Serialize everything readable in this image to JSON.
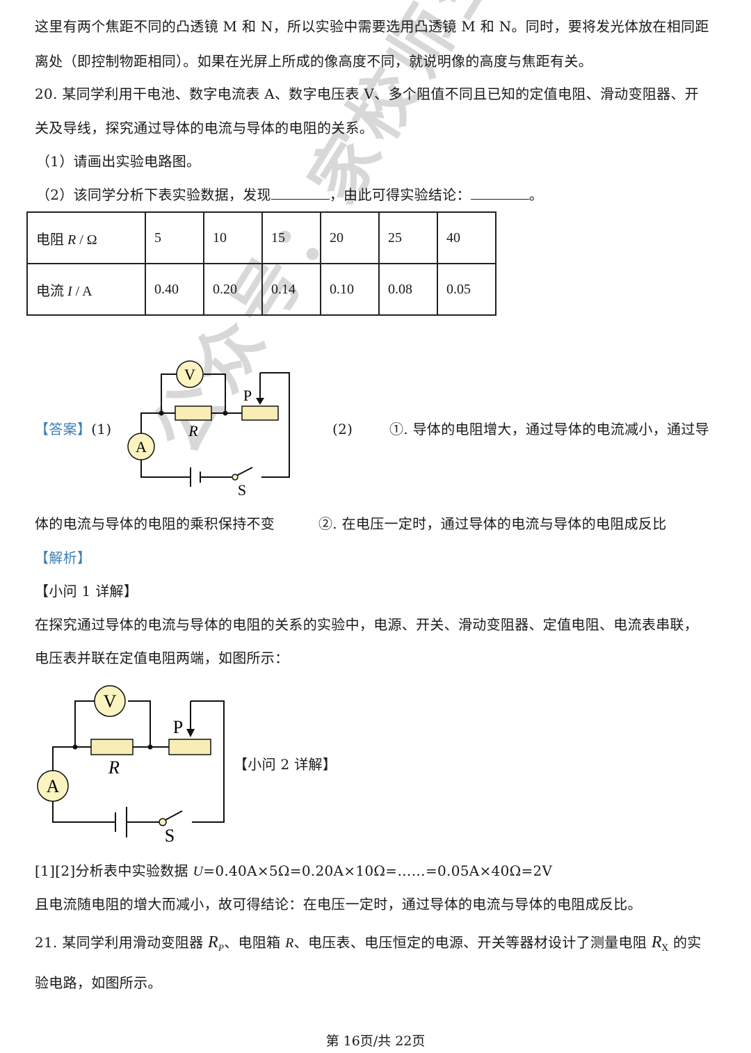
{
  "document": {
    "intro": {
      "line1": "这里有两个焦距不同的凸透镜 M 和 N，所以实验中需要选用凸透镜 M 和 N。同时，要将发光体放在相同距",
      "line2": "离处（即控制物距相同）。如果在光屏上所成的像高度不同，就说明像的高度与焦距有关。"
    },
    "q20": {
      "line1": "20. 某同学利用干电池、数字电流表 A、数字电压表 V、多个阻值不同且已知的定值电阻、滑动变阻器、开",
      "line2": "关及导线，探究通过导体的电流与导体的电阻的关系。",
      "sub1": "（1）请画出实验电路图。",
      "sub2_pre": "（2）该同学分析下表实验数据，发现",
      "sub2_mid": "，由此可得实验结论：",
      "sub2_end": "。"
    },
    "table": {
      "row1_label_cn": "电阻 ",
      "row1_label_sym": "R",
      "row1_label_unit": " / Ω",
      "row2_label_cn": "电流 ",
      "row2_label_sym": "I",
      "row2_label_unit": " / A",
      "resistance": [
        "5",
        "10",
        "15",
        "20",
        "25",
        "40"
      ],
      "current": [
        "0.40",
        "0.20",
        "0.14",
        "0.10",
        "0.08",
        "0.05"
      ]
    },
    "answer": {
      "tag": "【答案】",
      "part1": "(1)",
      "part2": "(2)",
      "ans1_a": "①. 导体的电阻增大，通过导体的电流减小，通过导",
      "ans1_b": "体的电流与导体的电阻的乘积保持不变",
      "ans2": "②. 在电压一定时，通过导体的电流与导体的电阻成反比"
    },
    "analysis": {
      "tag": "【解析】",
      "sub1_title": "【小问 1 详解】",
      "sub1_line1": "在探究通过导体的电流与导体的电阻的关系的实验中，电源、开关、滑动变阻器、定值电阻、电流表串联，",
      "sub1_line2": "电压表并联在定值电阻两端，如图所示：",
      "sub2_title": "【小问 2 详解】",
      "sub2_line1_pre": "[1][2]分析表中实验数据 ",
      "sub2_line1_sym": "U",
      "sub2_line1_post": "=0.40A×5Ω=0.20A×10Ω=……=0.05A×40Ω=2V",
      "sub2_line2": "且电流随电阻的增大而减小，故可得结论：在电压一定时，通过导体的电流与导体的电阻成反比。"
    },
    "q21": {
      "line1_a": "21. 某同学利用滑动变阻器 ",
      "rp": "R",
      "rp_sub": "P",
      "line1_b": "、电阻箱 ",
      "r": "R",
      "line1_c": "、电压表、电压恒定的电源、开关等器材设计了测量电阻 ",
      "rx": "R",
      "rx_sub": "X",
      "line1_d": " 的实",
      "line2": "验电路，如图所示。"
    },
    "circuit": {
      "voltmeter": "V",
      "ammeter": "A",
      "resistor": "R",
      "slider": "P",
      "switch": "S",
      "meter_fill": "#fbf3c0",
      "resistor_fill": "#f7edb5"
    },
    "watermark": "公众号：家校师生宝典",
    "footer": "第 16页/共 22页"
  }
}
